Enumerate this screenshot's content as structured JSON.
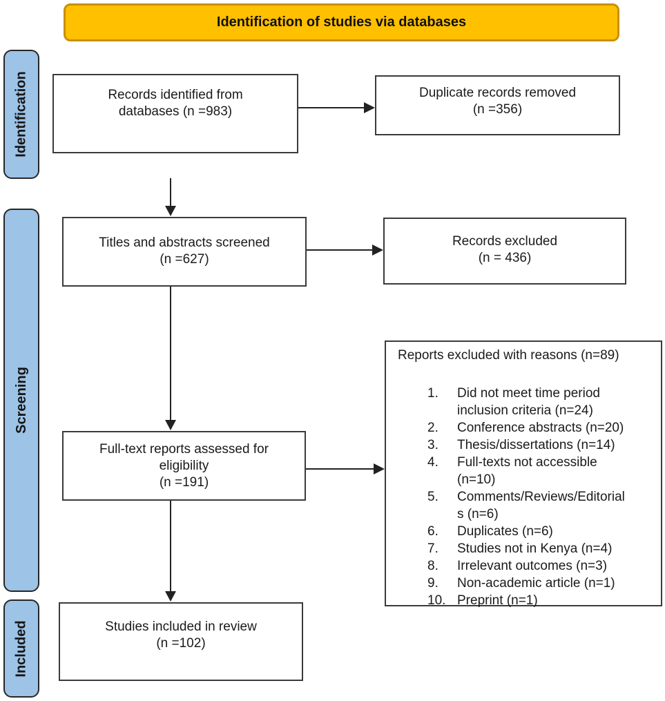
{
  "header": {
    "title": "Identification of studies via databases"
  },
  "sidebar": {
    "identification": "Identification",
    "screening": "Screening",
    "included": "Included"
  },
  "boxes": {
    "records_identified": "Records identified from\ndatabases (n =983)",
    "duplicates_removed": "Duplicate records removed\n(n =356)",
    "titles_screened": "Titles and abstracts screened\n(n =627)",
    "records_excluded": "Records excluded\n(n = 436)",
    "fulltext_assessed": "Full-text reports assessed for\neligibility\n(n =191)",
    "studies_included": "Studies included in review\n(n =102)"
  },
  "reports_excluded": {
    "title": "Reports excluded with reasons (n=89)",
    "items": [
      {
        "num": "1.",
        "text": "Did not meet time period\ninclusion criteria (n=24)"
      },
      {
        "num": "2.",
        "text": "Conference abstracts (n=20)"
      },
      {
        "num": "3.",
        "text": "Thesis/dissertations (n=14)"
      },
      {
        "num": "4.",
        "text": "Full-texts not accessible\n(n=10)"
      },
      {
        "num": "5.",
        "text": "Comments/Reviews/Editorial\ns (n=6)"
      },
      {
        "num": "6.",
        "text": "Duplicates (n=6)"
      },
      {
        "num": "7.",
        "text": "Studies not in Kenya (n=4)"
      },
      {
        "num": "8.",
        "text": "Irrelevant outcomes (n=3)"
      },
      {
        "num": "9.",
        "text": "Non-academic article (n=1)"
      },
      {
        "num": "10.",
        "text": "Preprint (n=1)"
      }
    ]
  },
  "colors": {
    "accent_yellow": "#FFC000",
    "accent_yellow_border": "#C79100",
    "stage_blue": "#9DC3E6",
    "line_dark": "#222222"
  }
}
